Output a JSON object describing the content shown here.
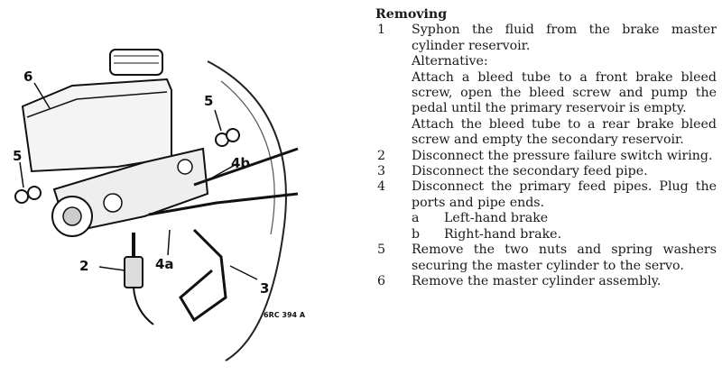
{
  "figure": {
    "callouts": [
      "6",
      "5",
      "5",
      "4b",
      "2",
      "4a",
      "3"
    ],
    "ref_code": "6RC 394 A"
  },
  "section": {
    "heading": "Removing",
    "steps": [
      {
        "num": "1",
        "paras": [
          "Syphon the fluid from the brake master cylinder reservoir.",
          "Alternative:",
          "Attach a bleed tube to a front brake bleed screw, open the bleed screw and pump the pedal until the primary reservoir is empty.",
          "Attach the bleed tube to a rear brake bleed screw and empty the secondary reservoir."
        ]
      },
      {
        "num": "2",
        "paras": [
          "Disconnect the pressure failure switch wiring."
        ]
      },
      {
        "num": "3",
        "paras": [
          "Disconnect the secondary feed pipe."
        ]
      },
      {
        "num": "4",
        "paras": [
          "Disconnect the primary feed pipes. Plug the ports and pipe ends."
        ],
        "subs": [
          {
            "letter": "a",
            "text": "Left-hand brake"
          },
          {
            "letter": "b",
            "text": "Right-hand brake."
          }
        ]
      },
      {
        "num": "5",
        "paras": [
          "Remove the two nuts and spring washers securing the master cylinder to the servo."
        ]
      },
      {
        "num": "6",
        "paras": [
          "Remove the master cylinder assembly."
        ]
      }
    ]
  }
}
